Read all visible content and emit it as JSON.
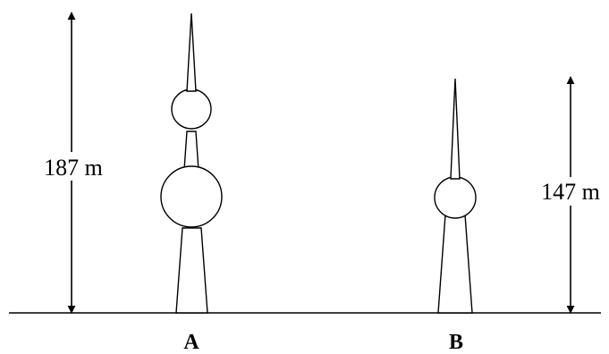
{
  "towers": [
    {
      "name": "A",
      "height_label": "187 m"
    },
    {
      "name": "B",
      "height_label": "147 m"
    }
  ],
  "colors": {
    "stroke": "#000000",
    "fill": "#ffffff"
  }
}
